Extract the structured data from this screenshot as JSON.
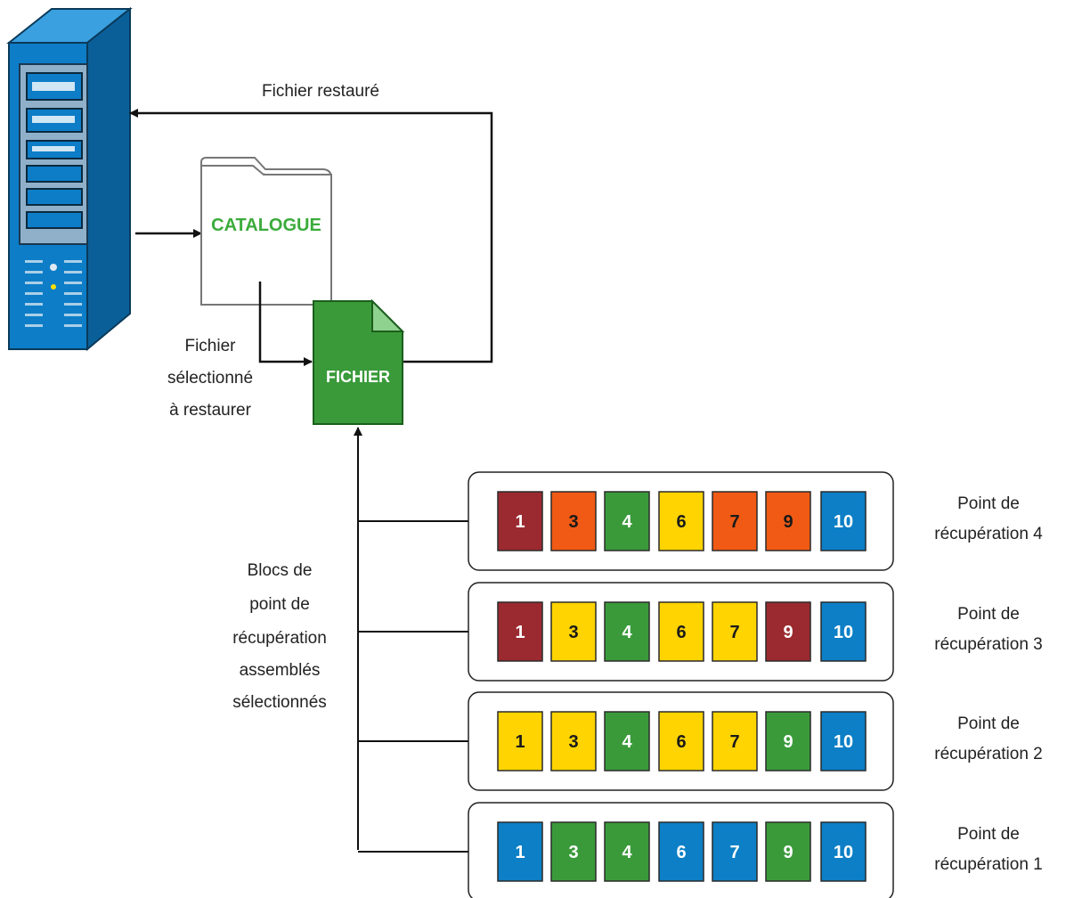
{
  "labels": {
    "restored_file": "Fichier restauré",
    "catalog": "CATALOGUE",
    "file": "FICHIER",
    "selected_file": [
      "Fichier",
      "sélectionné",
      "à restaurer"
    ],
    "assembled_blocks": [
      "Blocs de",
      "point de",
      "récupération",
      "assemblés",
      "sélectionnés"
    ]
  },
  "colors": {
    "red": "#9b2a30",
    "orange": "#f05a14",
    "green": "#3a9a3a",
    "yellow": "#ffd400",
    "blue": "#0c7fc6",
    "catalog_text": "#3bab3b",
    "file_green": "#3a9a3a",
    "server_blue": "#0d7dc7"
  },
  "recovery_points": [
    {
      "label": [
        "Point de",
        "récupération 4"
      ],
      "blocks": [
        {
          "n": "1",
          "c": "red"
        },
        {
          "n": "3",
          "c": "orange"
        },
        {
          "n": "4",
          "c": "green"
        },
        {
          "n": "6",
          "c": "yellow"
        },
        {
          "n": "7",
          "c": "orange"
        },
        {
          "n": "9",
          "c": "orange"
        },
        {
          "n": "10",
          "c": "blue"
        }
      ]
    },
    {
      "label": [
        "Point de",
        "récupération 3"
      ],
      "blocks": [
        {
          "n": "1",
          "c": "red"
        },
        {
          "n": "3",
          "c": "yellow"
        },
        {
          "n": "4",
          "c": "green"
        },
        {
          "n": "6",
          "c": "yellow"
        },
        {
          "n": "7",
          "c": "yellow"
        },
        {
          "n": "9",
          "c": "red"
        },
        {
          "n": "10",
          "c": "blue"
        }
      ]
    },
    {
      "label": [
        "Point de",
        "récupération 2"
      ],
      "blocks": [
        {
          "n": "1",
          "c": "yellow"
        },
        {
          "n": "3",
          "c": "yellow"
        },
        {
          "n": "4",
          "c": "green"
        },
        {
          "n": "6",
          "c": "yellow"
        },
        {
          "n": "7",
          "c": "yellow"
        },
        {
          "n": "9",
          "c": "green"
        },
        {
          "n": "10",
          "c": "blue"
        }
      ]
    },
    {
      "label": [
        "Point de",
        "récupération 1"
      ],
      "blocks": [
        {
          "n": "1",
          "c": "blue"
        },
        {
          "n": "3",
          "c": "green"
        },
        {
          "n": "4",
          "c": "green"
        },
        {
          "n": "6",
          "c": "blue"
        },
        {
          "n": "7",
          "c": "blue"
        },
        {
          "n": "9",
          "c": "green"
        },
        {
          "n": "10",
          "c": "blue"
        }
      ]
    }
  ]
}
